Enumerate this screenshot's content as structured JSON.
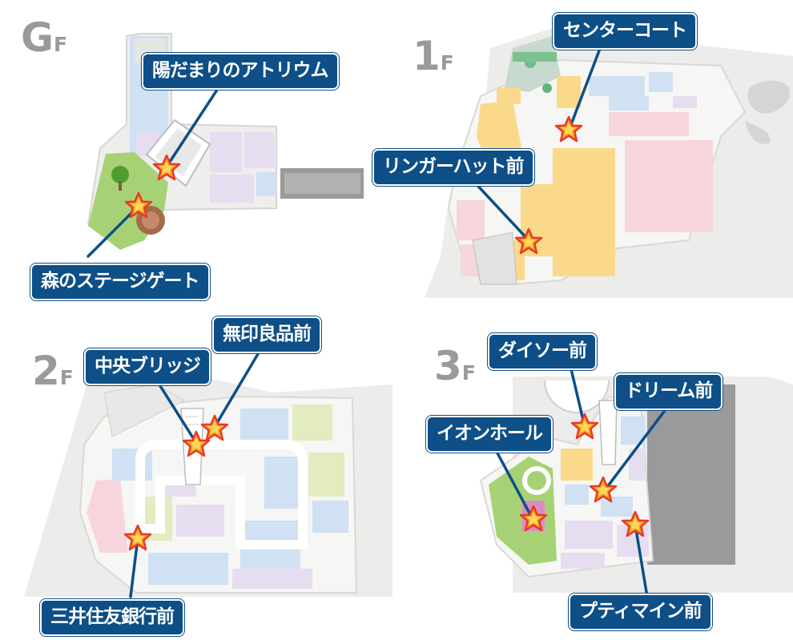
{
  "floors": [
    {
      "id": "gf",
      "label_main": "G",
      "label_sub": "F",
      "spots": [
        "陽だまりのアトリウム",
        "森のステージゲート"
      ]
    },
    {
      "id": "1f",
      "label_main": "1",
      "label_sub": "F",
      "spots": [
        "センターコート",
        "リンガーハット前"
      ]
    },
    {
      "id": "2f",
      "label_main": "2",
      "label_sub": "F",
      "spots": [
        "無印良品前",
        "中央ブリッジ",
        "三井住友銀行前"
      ]
    },
    {
      "id": "3f",
      "label_main": "3",
      "label_sub": "F",
      "spots": [
        "ダイソー前",
        "ドリーム前",
        "イオンホール",
        "プティマイン前"
      ]
    }
  ],
  "colors": {
    "callout_bg": "#0d4f86",
    "star_fill": "#f7a21b",
    "star_stroke": "#e8382a",
    "map_base": "#eeeeec",
    "shop_blue": "#cfe1f2",
    "shop_pink": "#f6d6dc",
    "shop_purple": "#e6def0",
    "shop_yellow": "#fbd98a",
    "shop_green": "#e3ecbf",
    "park_green": "#9ccc6c",
    "parking_gray": "#9a9a9a"
  },
  "icons": [
    "star-marker-icon",
    "tree-icon",
    "stage-icon"
  ]
}
